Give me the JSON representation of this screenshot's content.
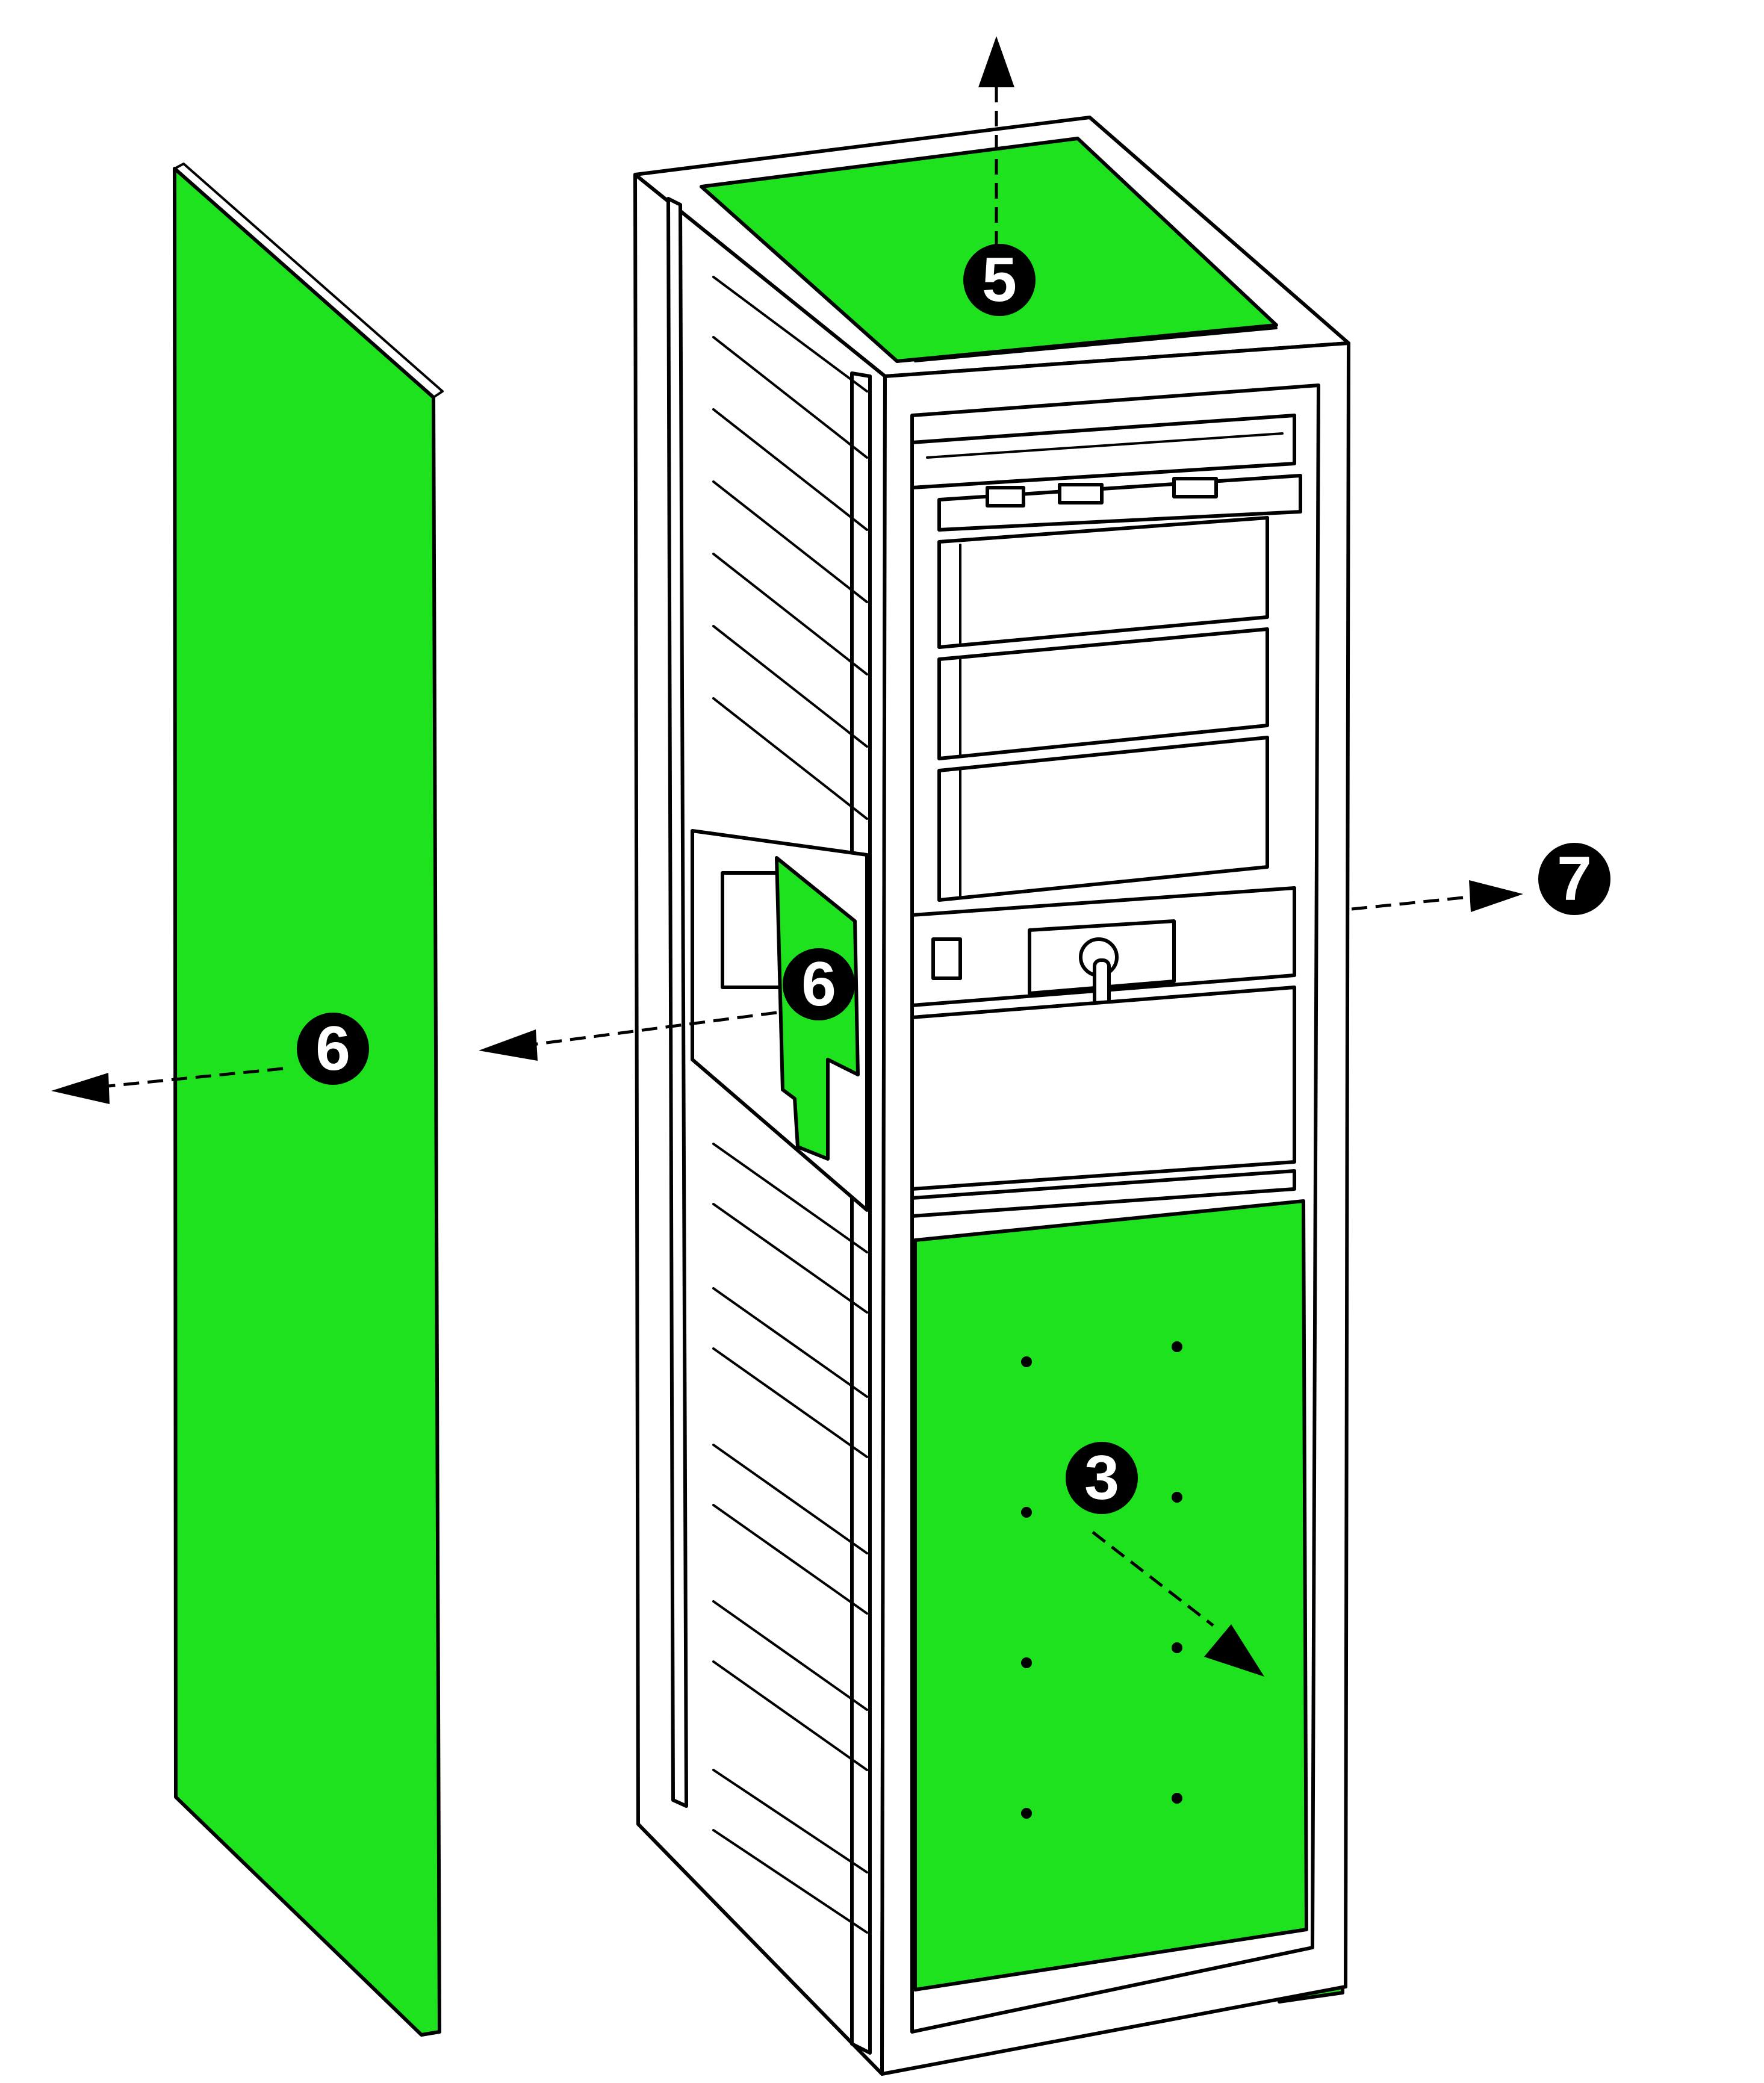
{
  "colors": {
    "panel": "#1fe21f",
    "outline": "#000000",
    "frame": "#ffffff",
    "callout_fill": "#000000",
    "callout_text": "#ffffff"
  },
  "callouts": {
    "top_cover": "5",
    "side_panel_left": "6",
    "side_panel_inner": "6",
    "right_side_panel": "7",
    "front_lower_panel": "3"
  }
}
